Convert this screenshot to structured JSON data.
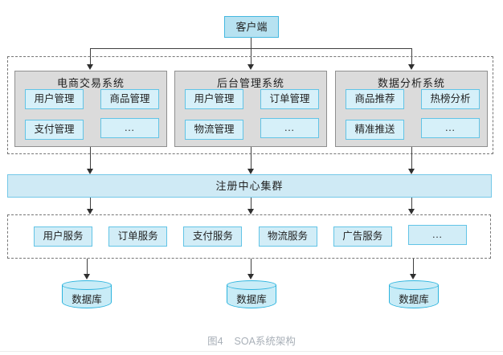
{
  "diagram": {
    "client": {
      "label": "客户端"
    },
    "systems": [
      {
        "title": "电商交易系统",
        "modules": [
          "用户管理",
          "商品管理",
          "支付管理",
          "…"
        ]
      },
      {
        "title": "后台管理系统",
        "modules": [
          "用户管理",
          "订单管理",
          "物流管理",
          "…"
        ]
      },
      {
        "title": "数据分析系统",
        "modules": [
          "商品推荐",
          "热榜分析",
          "精准推送",
          "…"
        ]
      }
    ],
    "registry": {
      "label": "注册中心集群"
    },
    "services": [
      "用户服务",
      "订单服务",
      "支付服务",
      "物流服务",
      "广告服务",
      "…"
    ],
    "databases": [
      "数据库",
      "数据库",
      "数据库"
    ],
    "caption": {
      "fig": "图4",
      "title": "SOA系统架构"
    },
    "colors": {
      "box_fill_light_blue": "#d6f0f9",
      "box_border_cyan": "#62c4e6",
      "client_fill": "#b7e2f1",
      "client_border": "#45b8e0",
      "registry_fill": "#cfeaf5",
      "database_fill": "#c9ecf7",
      "database_border": "#2db4de",
      "system_fill_gray": "#dbdbdb",
      "system_border_gray": "#8f8f8f",
      "dashed_border_gray": "#767676",
      "connector_dark": "#3f3f3f",
      "caption_gray": "#a9b0b8"
    }
  }
}
